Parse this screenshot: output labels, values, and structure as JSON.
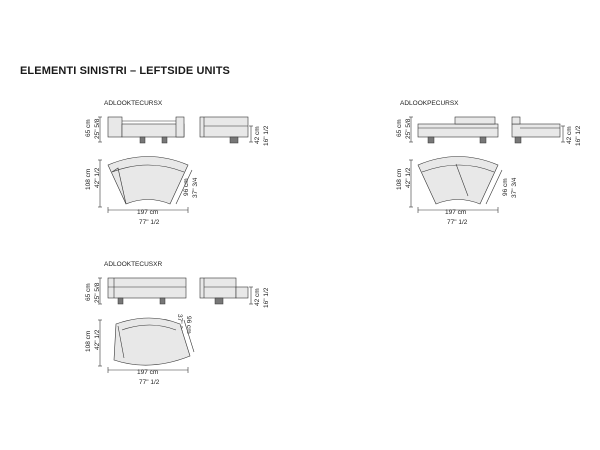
{
  "title": "ELEMENTI SINISTRI – LEFTSIDE UNITS",
  "units": [
    {
      "code": "ADLOOKTECURSX",
      "height_cm": "65 cm",
      "height_in": "25\" 5/8",
      "seat_cm": "42 cm",
      "seat_in": "16\" 1/2",
      "depth_cm": "108 cm",
      "depth_in": "42\" 1/2",
      "diag_cm": "96 cm",
      "diag_in": "37\" 3/4",
      "width_cm": "197 cm",
      "width_in": "77\" 1/2"
    },
    {
      "code": "ADLOOKPECURSX",
      "height_cm": "65 cm",
      "height_in": "25\" 5/8",
      "seat_cm": "42 cm",
      "seat_in": "16\" 1/2",
      "depth_cm": "108 cm",
      "depth_in": "42\" 1/2",
      "diag_cm": "96 cm",
      "diag_in": "37\" 3/4",
      "width_cm": "197 cm",
      "width_in": "77\" 1/2"
    },
    {
      "code": "ADLOOKTECUSXR",
      "height_cm": "65 cm",
      "height_in": "25\" 5/8",
      "seat_cm": "42 cm",
      "seat_in": "16\" 1/2",
      "depth_cm": "108 cm",
      "depth_in": "42\" 1/2",
      "diag_cm": "96 cm",
      "diag_in": "37\" 3/4",
      "width_cm": "197 cm",
      "width_in": "77\" 1/2"
    }
  ]
}
